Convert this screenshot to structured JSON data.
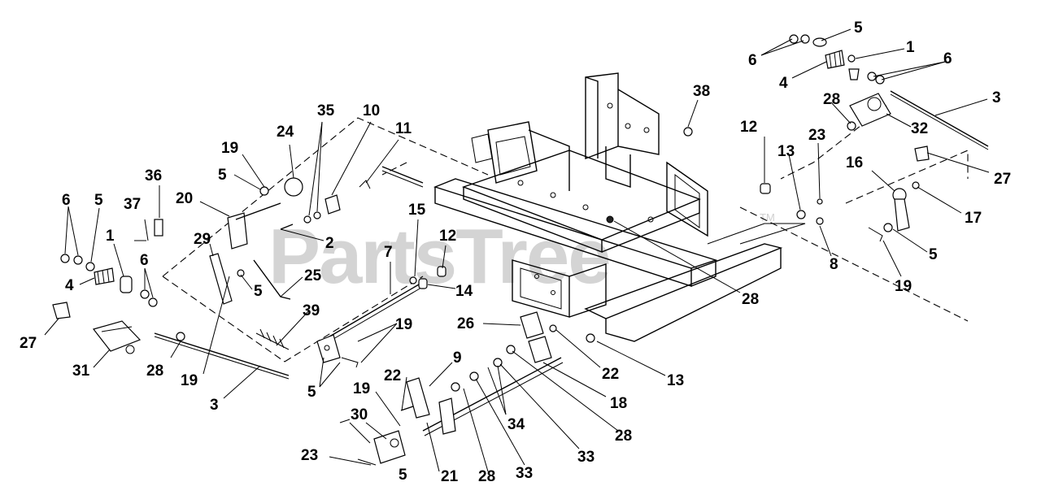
{
  "watermark": {
    "text": "PartsTree",
    "trademark": "TM"
  },
  "callouts": [
    {
      "id": "c-6-left",
      "text": "6"
    },
    {
      "id": "c-5-left",
      "text": "5"
    },
    {
      "id": "c-1-left",
      "text": "1"
    },
    {
      "id": "c-4-left",
      "text": "4"
    },
    {
      "id": "c-6-left-b",
      "text": "6"
    },
    {
      "id": "c-27-left",
      "text": "27"
    },
    {
      "id": "c-31",
      "text": "31"
    },
    {
      "id": "c-28-left",
      "text": "28"
    },
    {
      "id": "c-37",
      "text": "37"
    },
    {
      "id": "c-36",
      "text": "36"
    },
    {
      "id": "c-29",
      "text": "29"
    },
    {
      "id": "c-20",
      "text": "20"
    },
    {
      "id": "c-19-a",
      "text": "19"
    },
    {
      "id": "c-5-a",
      "text": "5"
    },
    {
      "id": "c-24",
      "text": "24"
    },
    {
      "id": "c-35",
      "text": "35"
    },
    {
      "id": "c-10",
      "text": "10"
    },
    {
      "id": "c-11",
      "text": "11"
    },
    {
      "id": "c-2",
      "text": "2"
    },
    {
      "id": "c-5-b",
      "text": "5"
    },
    {
      "id": "c-25",
      "text": "25"
    },
    {
      "id": "c-19-b",
      "text": "19"
    },
    {
      "id": "c-39",
      "text": "39"
    },
    {
      "id": "c-3-left",
      "text": "3"
    },
    {
      "id": "c-5-c",
      "text": "5"
    },
    {
      "id": "c-7",
      "text": "7"
    },
    {
      "id": "c-15",
      "text": "15"
    },
    {
      "id": "c-12-mid",
      "text": "12"
    },
    {
      "id": "c-14",
      "text": "14"
    },
    {
      "id": "c-19-c",
      "text": "19"
    },
    {
      "id": "c-26",
      "text": "26"
    },
    {
      "id": "c-22-right",
      "text": "22"
    },
    {
      "id": "c-13-bottom",
      "text": "13"
    },
    {
      "id": "c-9",
      "text": "9"
    },
    {
      "id": "c-22-left",
      "text": "22"
    },
    {
      "id": "c-19-d",
      "text": "19"
    },
    {
      "id": "c-30",
      "text": "30"
    },
    {
      "id": "c-23-bottom",
      "text": "23"
    },
    {
      "id": "c-5-d",
      "text": "5"
    },
    {
      "id": "c-21",
      "text": "21"
    },
    {
      "id": "c-28-bottom-a",
      "text": "28"
    },
    {
      "id": "c-33-a",
      "text": "33"
    },
    {
      "id": "c-34",
      "text": "34"
    },
    {
      "id": "c-33-b",
      "text": "33"
    },
    {
      "id": "c-28-bottom-b",
      "text": "28"
    },
    {
      "id": "c-18",
      "text": "18"
    },
    {
      "id": "c-28-center",
      "text": "28"
    },
    {
      "id": "c-38",
      "text": "38"
    },
    {
      "id": "c-12-right",
      "text": "12"
    },
    {
      "id": "c-13-right",
      "text": "13"
    },
    {
      "id": "c-23-right",
      "text": "23"
    },
    {
      "id": "c-8",
      "text": "8"
    },
    {
      "id": "c-16",
      "text": "16"
    },
    {
      "id": "c-17",
      "text": "17"
    },
    {
      "id": "c-5-right",
      "text": "5"
    },
    {
      "id": "c-19-right",
      "text": "19"
    },
    {
      "id": "c-27-right",
      "text": "27"
    },
    {
      "id": "c-6-topright-a",
      "text": "6"
    },
    {
      "id": "c-5-topright",
      "text": "5"
    },
    {
      "id": "c-1-topright",
      "text": "1"
    },
    {
      "id": "c-6-topright-b",
      "text": "6"
    },
    {
      "id": "c-4-topright",
      "text": "4"
    },
    {
      "id": "c-3-topright",
      "text": "3"
    },
    {
      "id": "c-28-topright",
      "text": "28"
    },
    {
      "id": "c-32",
      "text": "32"
    }
  ]
}
